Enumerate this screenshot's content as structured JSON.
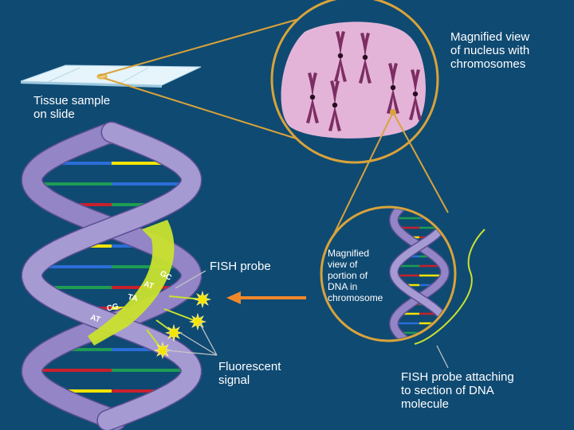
{
  "labels": {
    "tissue": "Tissue sample\non slide",
    "nucleus": "Magnified view\nof nucleus with\nchromosomes",
    "dna_view": "Magnified\nview of\nportion of\nDNA in\nchromosome",
    "fish_probe": "FISH probe",
    "fluorescent": "Fluorescent\nsignal",
    "attaching": "FISH probe attaching\nto section of DNA\nmolecule"
  },
  "base_pairs": [
    "GC",
    "AT",
    "TA",
    "CG",
    "AT"
  ],
  "colors": {
    "background": "#0f4a72",
    "outline": "#d9a33a",
    "nucleus": "#e3b4d8",
    "chromosome": "#7d2d63",
    "ribbon": "#a69ad2",
    "probe": "#c9e22e",
    "arrow": "#f0882b",
    "signal": "#f4e400"
  }
}
